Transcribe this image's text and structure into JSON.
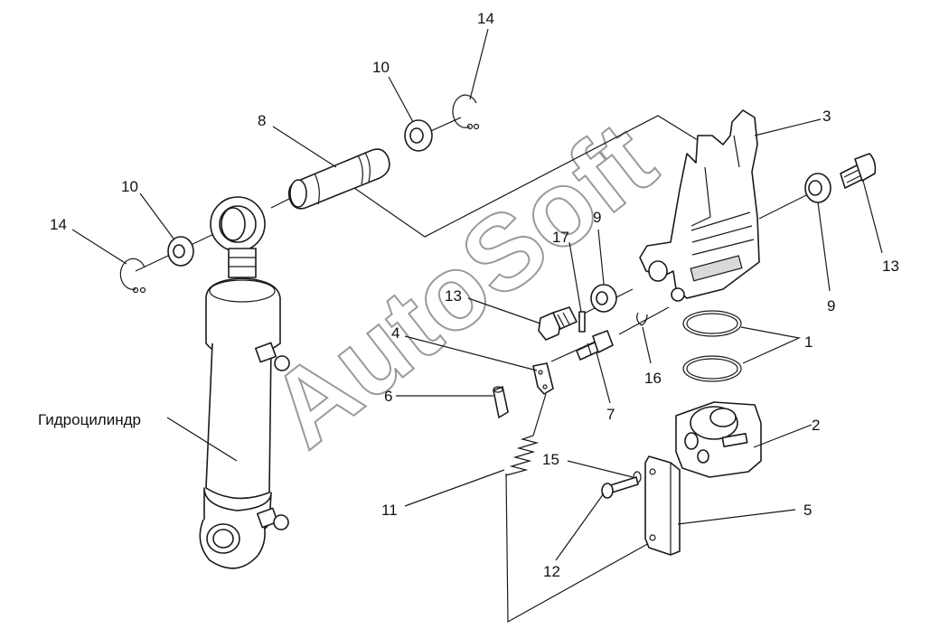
{
  "labels": {
    "l1": "1",
    "l2": "2",
    "l3": "3",
    "l4": "4",
    "l5": "5",
    "l6": "6",
    "l7": "7",
    "l8": "8",
    "l9a": "9",
    "l9b": "9",
    "l10a": "10",
    "l10b": "10",
    "l11": "11",
    "l12": "12",
    "l13a": "13",
    "l13b": "13",
    "l14a": "14",
    "l14b": "14",
    "l15": "15",
    "l16": "16",
    "l17": "17",
    "cylinder": "Гидроцилиндр"
  },
  "watermark": "AutoSoft"
}
